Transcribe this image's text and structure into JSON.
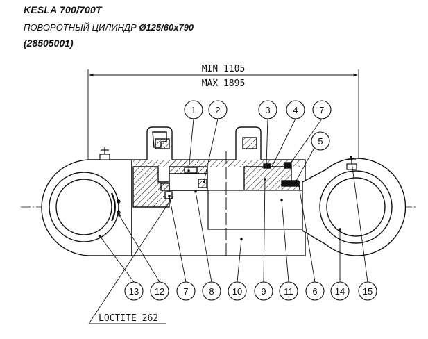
{
  "header": {
    "title": "KESLA 700/700T",
    "subtitle_prefix": "ПОВОРОТНЫЙ ЦИЛИНДР ",
    "subtitle_dimension": "Ø125/60x790",
    "part_code": "(28505001)"
  },
  "dimensions": {
    "min": "MIN 1105",
    "max": "MAX 1895"
  },
  "note": "LOCTITE 262",
  "balloons": {
    "top": [
      "1",
      "2",
      "3",
      "4",
      "7",
      "5"
    ],
    "bottom": [
      "13",
      "12",
      "7",
      "8",
      "10",
      "9",
      "11",
      "6",
      "14",
      "15"
    ]
  }
}
